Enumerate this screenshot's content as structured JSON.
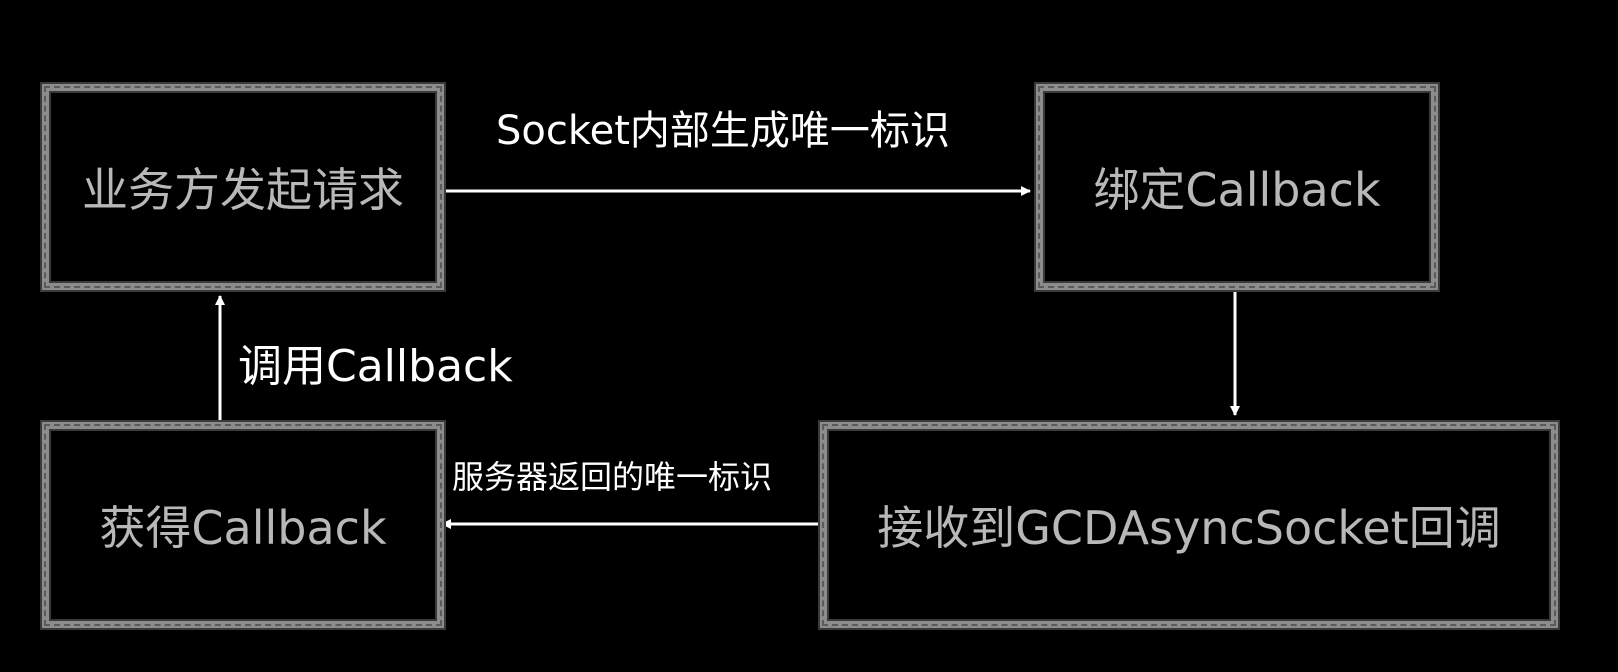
{
  "diagram": {
    "nodes": {
      "request": {
        "label": "业务方发起请求"
      },
      "bind": {
        "label": "绑定Callback"
      },
      "receive": {
        "label": "接收到GCDAsyncSocket回调"
      },
      "obtain": {
        "label": "获得Callback"
      }
    },
    "edges": {
      "request_to_bind": {
        "label": "Socket内部生成唯一标识"
      },
      "bind_to_receive": {
        "label": ""
      },
      "receive_to_obtain": {
        "label": "服务器返回的唯一标识"
      },
      "obtain_to_request": {
        "label": "调用Callback"
      }
    },
    "colors": {
      "background": "#000000",
      "node_border": "#8c8c8c",
      "node_text": "#b8b8b8",
      "edge": "#ffffff",
      "edge_text": "#ffffff"
    }
  }
}
